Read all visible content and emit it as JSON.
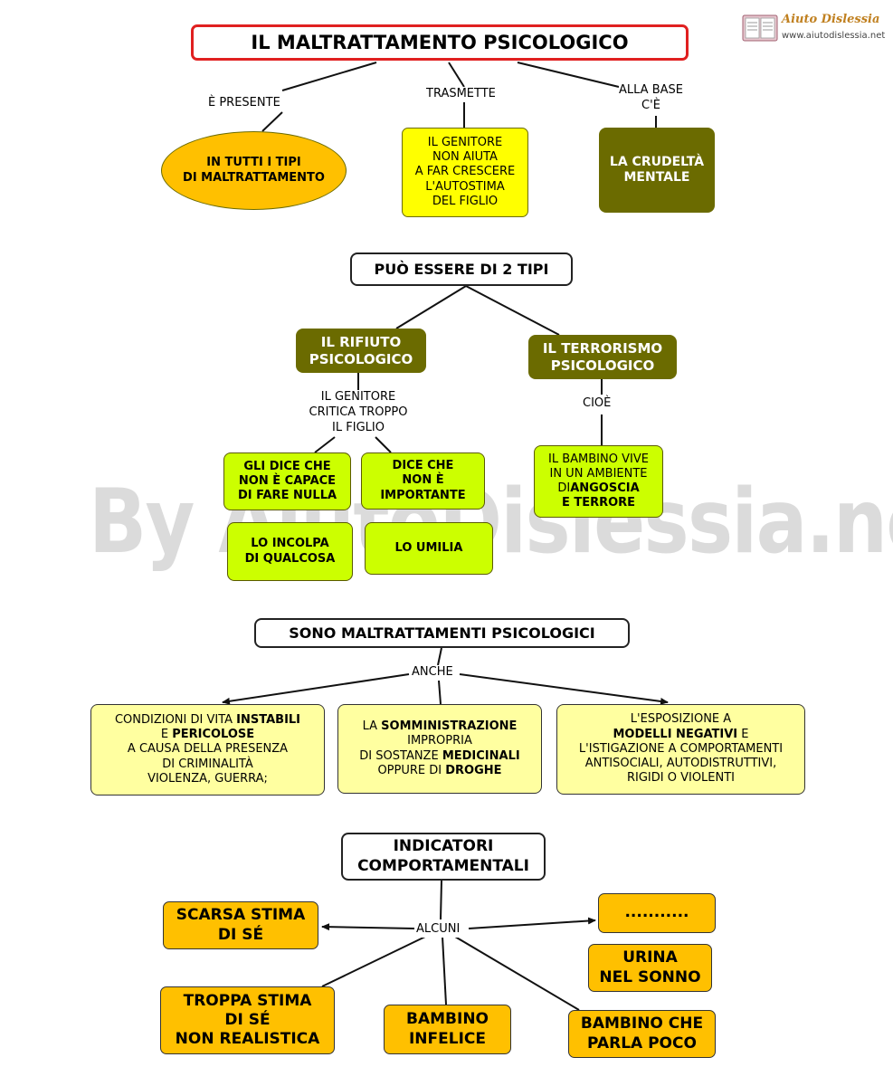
{
  "logo": {
    "name": "Aiuto Dislessia",
    "url": "www.aiutodislessia.net"
  },
  "watermark": "By AiutoDislessia.net",
  "title": "IL MALTRATTAMENTO PSICOLOGICO",
  "top_links": {
    "present": "È PRESENTE",
    "transmits": "TRASMETTE",
    "base": [
      "ALLA BASE",
      "C'È"
    ]
  },
  "top_nodes": {
    "all_types": [
      "IN TUTTI I TIPI",
      "DI MALTRATTAMENTO"
    ],
    "parent": [
      "IL GENITORE",
      "NON AIUTA",
      "A FAR CRESCERE",
      "L'AUTOSTIMA",
      "DEL FIGLIO"
    ],
    "cruelty": [
      "LA CRUDELTÀ",
      "MENTALE"
    ]
  },
  "types_head": "PUÒ ESSERE DI 2 TIPI",
  "rejection": {
    "title": [
      "IL RIFIUTO",
      "PSICOLOGICO"
    ],
    "link": [
      "IL GENITORE",
      "CRITICA TROPPO",
      "IL FIGLIO"
    ],
    "items": [
      [
        "GLI DICE CHE",
        "NON È CAPACE",
        "DI FARE NULLA"
      ],
      [
        "DICE CHE",
        "NON È",
        "IMPORTANTE"
      ],
      [
        "LO INCOLPA",
        "DI QUALCOSA"
      ],
      [
        "LO UMILIA"
      ]
    ]
  },
  "terror": {
    "title": [
      "IL TERRORISMO",
      "PSICOLOGICO"
    ],
    "link": "CIOÈ",
    "node": {
      "l1": "IL BAMBINO VIVE",
      "l2": "IN UN AMBIENTE",
      "l3a": "DI",
      "l3b": "ANGOSCIA",
      "l4": "E TERRORE"
    }
  },
  "also_head": "SONO MALTRATTAMENTI PSICOLOGICI",
  "also_link": "ANCHE",
  "also_items": {
    "conditions": {
      "l1a": "CONDIZIONI DI VITA ",
      "l1b": "INSTABILI",
      "l2a": "E ",
      "l2b": "PERICOLOSE",
      "l3": "A CAUSA DELLA PRESENZA",
      "l4": "DI CRIMINALITÀ",
      "l5": "VIOLENZA, GUERRA;"
    },
    "drugs": {
      "l1a": "LA ",
      "l1b": "SOMMINISTRAZIONE",
      "l2": "IMPROPRIA",
      "l3a": "DI SOSTANZE ",
      "l3b": "MEDICINALI",
      "l4a": "OPPURE DI ",
      "l4b": "DROGHE"
    },
    "models": {
      "l1": "L'ESPOSIZIONE A",
      "l2a": "MODELLI NEGATIVI",
      "l2b": " E",
      "l3": "L'ISTIGAZIONE A COMPORTAMENTI",
      "l4": "ANTISOCIALI, AUTODISTRUTTIVI,",
      "l5": "RIGIDI O VIOLENTI"
    }
  },
  "indicators_head": [
    "INDICATORI",
    "COMPORTAMENTALI"
  ],
  "indicators_link": "ALCUNI",
  "indicators": {
    "low_esteem": [
      "SCARSA STIMA",
      "DI SÉ"
    ],
    "dots": "...........",
    "bedwetting": [
      "URINA",
      "NEL SONNO"
    ],
    "high_esteem": [
      "TROPPA STIMA",
      "DI SÉ",
      "NON REALISTICA"
    ],
    "unhappy": [
      "BAMBINO",
      "INFELICE"
    ],
    "quiet": [
      "BAMBINO CHE",
      "PARLA POCO"
    ]
  },
  "colors": {
    "title_border": "#e02020",
    "olive": "#6b6b00",
    "yellow": "#ffff00",
    "lime": "#ccff00",
    "cream": "#ffffa0",
    "orange": "#ffc000"
  }
}
